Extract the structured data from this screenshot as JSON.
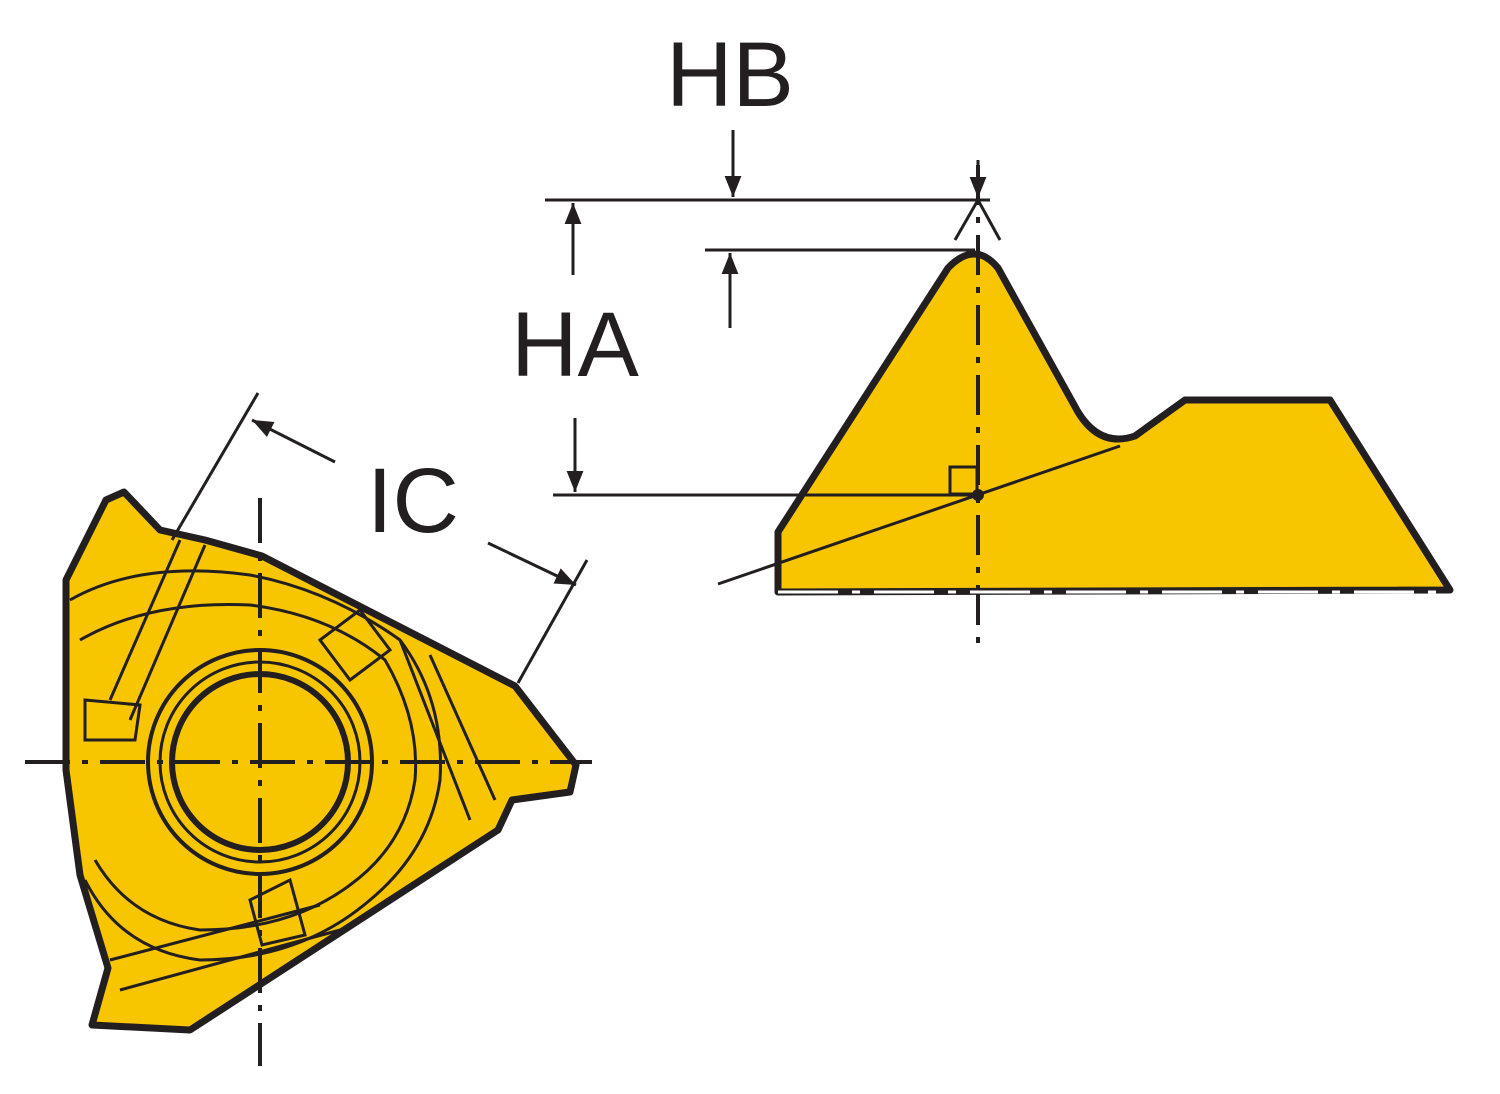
{
  "labels": {
    "hb": "HB",
    "ha": "HA",
    "ic": "IC"
  },
  "colors": {
    "insert_fill": "#f7c600",
    "ink": "#231f20"
  }
}
